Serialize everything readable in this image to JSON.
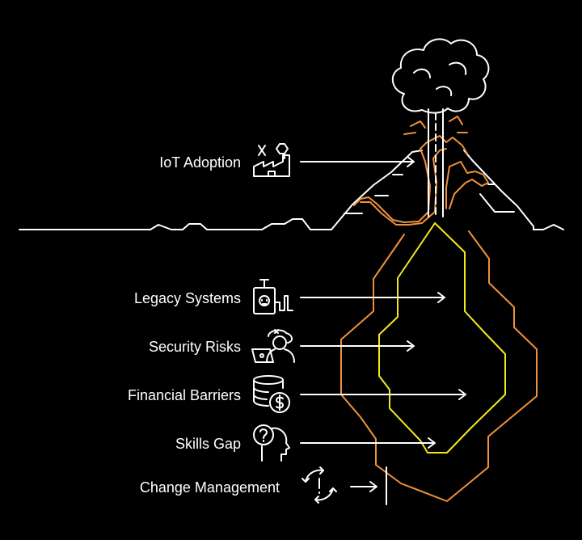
{
  "colors": {
    "background": "#000000",
    "line": "#ffffff",
    "magma_outer": "#f0913a",
    "magma_inner": "#f3e81c"
  },
  "items": [
    {
      "label": "IoT Adoption",
      "icon": "factory-robot-arm-icon"
    },
    {
      "label": "Legacy Systems",
      "icon": "old-device-plug-icon"
    },
    {
      "label": "Security Risks",
      "icon": "hacker-laptop-icon"
    },
    {
      "label": "Financial Barriers",
      "icon": "coins-dollar-icon"
    },
    {
      "label": "Skills Gap",
      "icon": "head-question-icon"
    },
    {
      "label": "Change Management",
      "icon": "cycle-alert-icon"
    }
  ]
}
